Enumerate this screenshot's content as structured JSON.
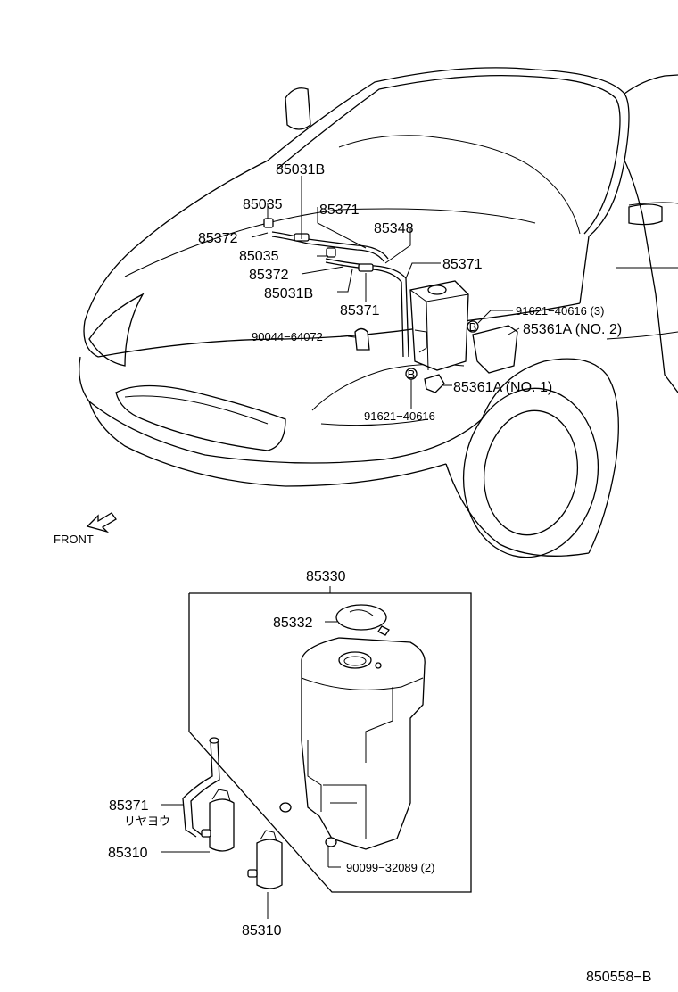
{
  "labels": {
    "p85031B_top": "85031B",
    "p85035_top": "85035",
    "p85371_a": "85371",
    "p85348": "85348",
    "p85372_a": "85372",
    "p85371_b": "85371",
    "p85035_b": "85035",
    "p85372_b": "85372",
    "p85031B_b": "85031B",
    "p85371_c": "85371",
    "p90044": "90044−64072",
    "p91621_3": "91621−40616 (3)",
    "p85361A_2": "85361A (NO. 2)",
    "p85361A_1": "85361A (NO. 1)",
    "p91621": "91621−40616",
    "front": "FRONT",
    "p85330": "85330",
    "p85332": "85332",
    "p85371_d": "85371",
    "rear_note": "リヤヨウ",
    "p85310_a": "85310",
    "p90099": "90099−32089 (2)",
    "p85310_b": "85310",
    "drawing_no": "850558−B"
  },
  "callout_letter": "B"
}
